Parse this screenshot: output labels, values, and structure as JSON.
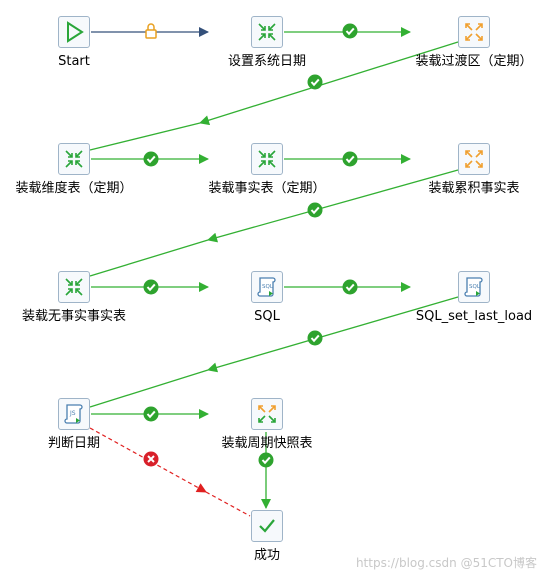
{
  "nodes": {
    "start": "Start",
    "set_date": "设置系统日期",
    "load_staging": "装载过渡区（定期）",
    "load_dim": "装载维度表（定期）",
    "load_fact": "装载事实表（定期）",
    "load_accum": "装载累积事实表",
    "load_factless": "装载无事实事实表",
    "sql": "SQL",
    "sql_last_load": "SQL_set_last_load",
    "judge_date": "判断日期",
    "load_snapshot": "装载周期快照表",
    "success": "成功"
  },
  "colors": {
    "success_hop": "#33b033",
    "fail_hop": "#e02020",
    "start_hop": "#34507a",
    "node_border": "#9fb4c8",
    "transform_icon": "#2aa63a",
    "job_icon": "#f0a030",
    "lock": "#e8a020"
  },
  "watermark": "https://blog.csdn @51CTO博客"
}
